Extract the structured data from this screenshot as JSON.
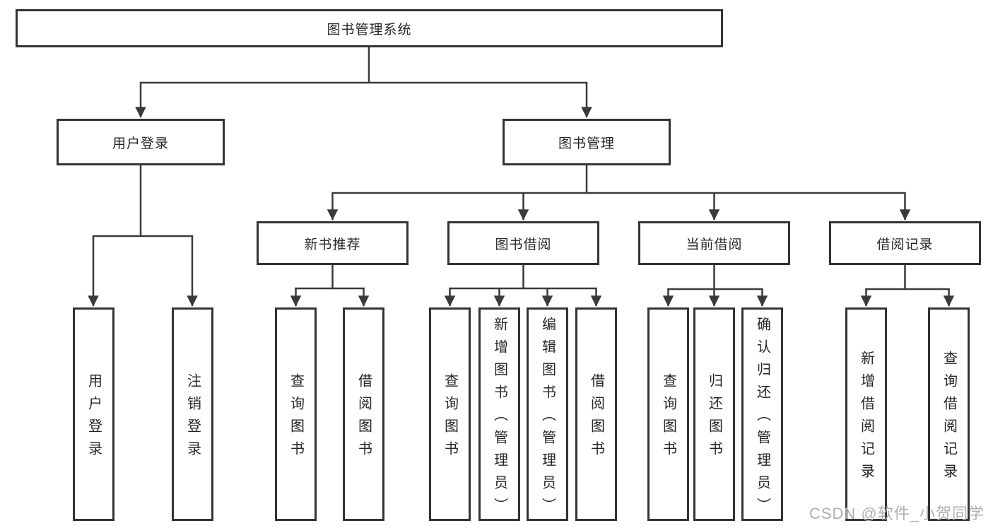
{
  "colors": {
    "line": "#3a3a3a",
    "border": "#333333",
    "text": "#262626",
    "box-fill": "#ffffff",
    "watermark": "#b0b0b0",
    "background": "#ffffff"
  },
  "watermark": "CSDN @软件_小贺同学",
  "tree": {
    "root": "图书管理系统",
    "branches": [
      {
        "label": "用户登录",
        "leaves": [
          "用户登录",
          "注销登录"
        ]
      },
      {
        "label": "图书管理",
        "sections": [
          {
            "label": "新书推荐",
            "leaves": [
              "查询图书",
              "借阅图书"
            ]
          },
          {
            "label": "图书借阅",
            "leaves": [
              "查询图书",
              "新增图书（管理员）",
              "编辑图书（管理员）",
              "借阅图书"
            ]
          },
          {
            "label": "当前借阅",
            "leaves": [
              "查询图书",
              "归还图书",
              "确认归还（管理员）"
            ]
          },
          {
            "label": "借阅记录",
            "leaves": [
              "新增借阅记录",
              "查询借阅记录"
            ]
          }
        ]
      }
    ]
  }
}
